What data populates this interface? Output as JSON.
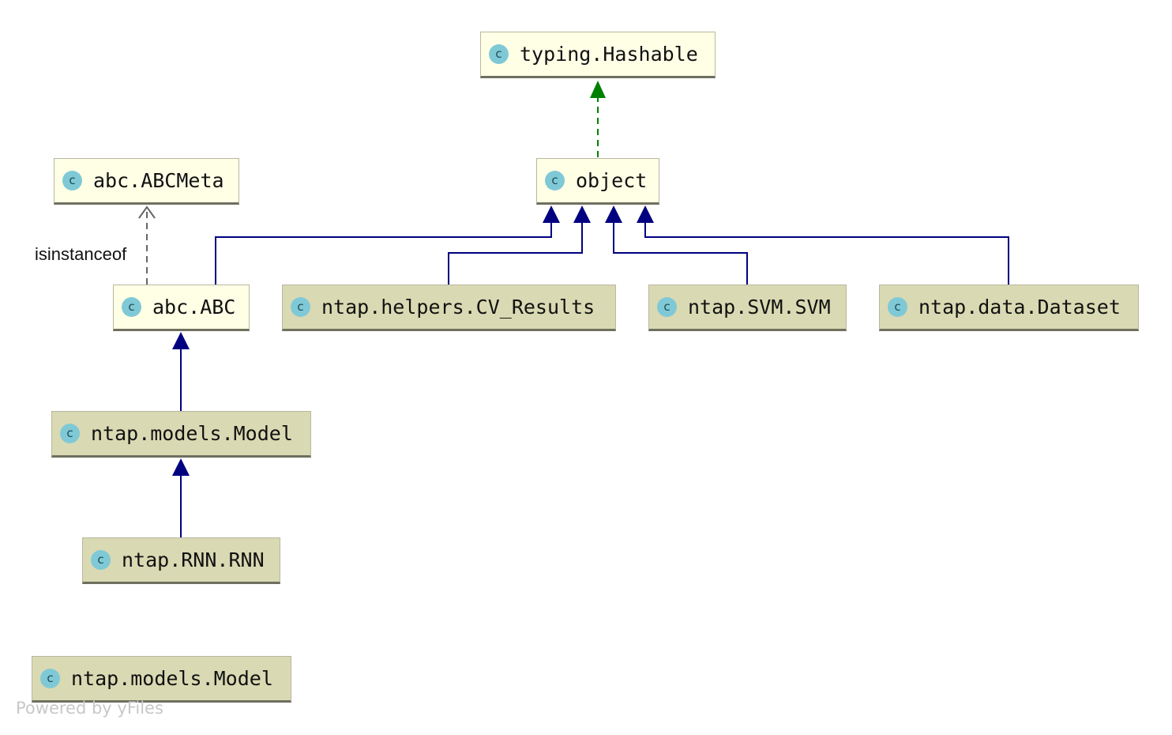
{
  "nodes": {
    "hashable": {
      "label": "typing.Hashable",
      "icon": "class-icon",
      "icon_letter": "c",
      "kind": "library"
    },
    "object": {
      "label": "object",
      "icon": "class-icon",
      "icon_letter": "c",
      "kind": "library"
    },
    "abcmeta": {
      "label": "abc.ABCMeta",
      "icon": "class-icon",
      "icon_letter": "c",
      "kind": "library"
    },
    "abc": {
      "label": "abc.ABC",
      "icon": "class-icon",
      "icon_letter": "c",
      "kind": "library"
    },
    "cv_results": {
      "label": "ntap.helpers.CV_Results",
      "icon": "class-icon",
      "icon_letter": "c",
      "kind": "project"
    },
    "svm": {
      "label": "ntap.SVM.SVM",
      "icon": "class-icon",
      "icon_letter": "c",
      "kind": "project"
    },
    "dataset": {
      "label": "ntap.data.Dataset",
      "icon": "class-icon",
      "icon_letter": "c",
      "kind": "project"
    },
    "model": {
      "label": "ntap.models.Model",
      "icon": "class-icon",
      "icon_letter": "c",
      "kind": "project"
    },
    "rnn": {
      "label": "ntap.RNN.RNN",
      "icon": "class-icon",
      "icon_letter": "c",
      "kind": "project"
    },
    "model_standalone": {
      "label": "ntap.models.Model",
      "icon": "class-icon",
      "icon_letter": "c",
      "kind": "project"
    }
  },
  "edges": [
    {
      "from": "object",
      "to": "hashable",
      "type": "implements"
    },
    {
      "from": "abc",
      "to": "abcmeta",
      "type": "instance",
      "label": "isinstanceof"
    },
    {
      "from": "abc",
      "to": "object",
      "type": "extends"
    },
    {
      "from": "cv_results",
      "to": "object",
      "type": "extends"
    },
    {
      "from": "svm",
      "to": "object",
      "type": "extends"
    },
    {
      "from": "dataset",
      "to": "object",
      "type": "extends"
    },
    {
      "from": "model",
      "to": "abc",
      "type": "extends"
    },
    {
      "from": "rnn",
      "to": "model",
      "type": "extends"
    }
  ],
  "colors": {
    "library_fill": "#ffffe6",
    "project_fill": "#d9d9b3",
    "extends_edge": "#000080",
    "implements_edge": "#008000",
    "instance_edge": "#666666",
    "icon_fill": "#7fc9d6"
  },
  "footer": {
    "text": "Powered by yFiles"
  }
}
